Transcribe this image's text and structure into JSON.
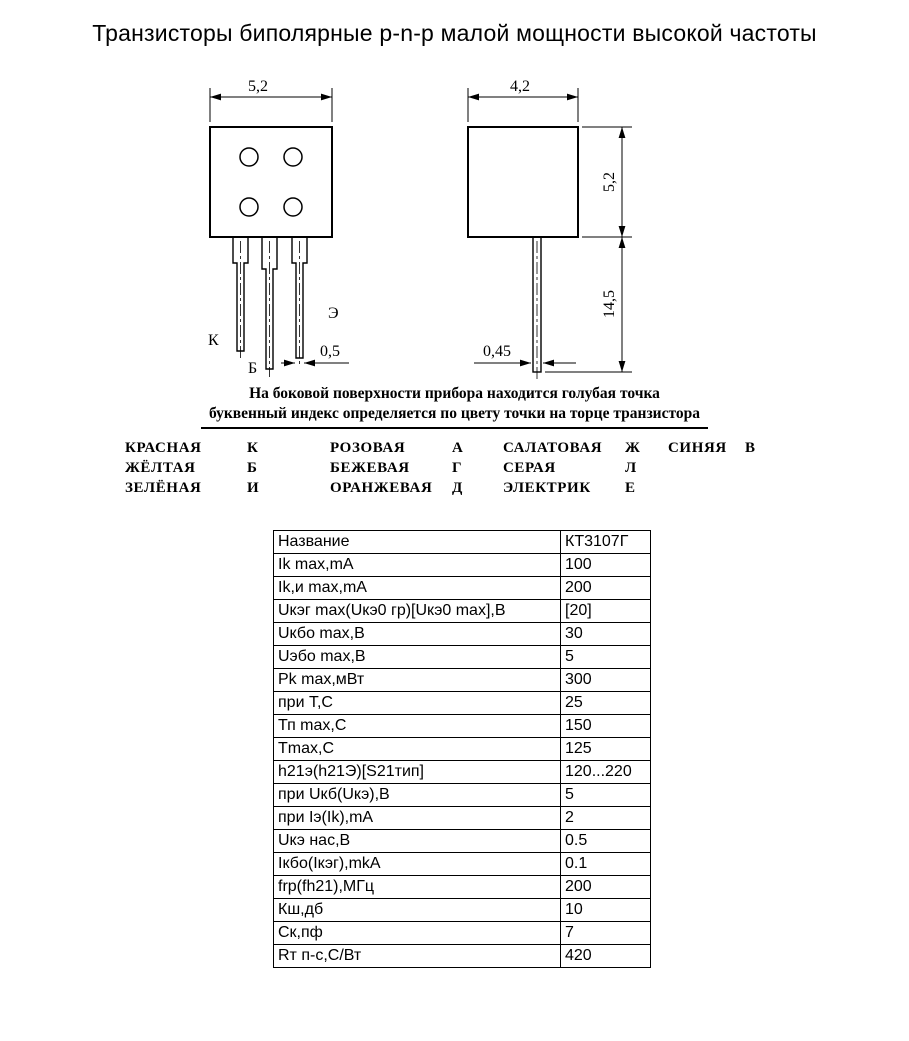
{
  "title": "Транзисторы биполярные p-n-p малой мощности высокой частоты",
  "front_view": {
    "dim_width": "5,2",
    "lead_k": "К",
    "lead_b": "Б",
    "lead_e": "Э",
    "dim_lead_width": "0,5"
  },
  "side_view": {
    "dim_width": "4,2",
    "dim_body_height": "5,2",
    "dim_lead_length": "14,5",
    "dim_lead_thickness": "0,45"
  },
  "notes": {
    "line1": "На боковой поверхности прибора находится голубая точка",
    "line2": "буквенный индекс определяется по цвету точки на торце транзистора"
  },
  "color_code": {
    "rows": [
      [
        "КРАСНАЯ",
        "К",
        "РОЗОВАЯ",
        "А",
        "САЛАТОВАЯ",
        "Ж",
        "СИНЯЯ",
        "В"
      ],
      [
        "ЖЁЛТАЯ",
        "Б",
        "БЕЖЕВАЯ",
        "Г",
        "СЕРАЯ",
        "Л",
        "",
        ""
      ],
      [
        "ЗЕЛЁНАЯ",
        "И",
        "ОРАНЖЕВАЯ",
        "Д",
        "ЭЛЕКТРИК",
        "Е",
        "",
        ""
      ]
    ]
  },
  "spec_table": {
    "rows": [
      {
        "param": "Название",
        "value": "КТ3107Г"
      },
      {
        "param": "Ik max,mA",
        "value": "100"
      },
      {
        "param": "Ik,и max,mA",
        "value": "200"
      },
      {
        "param": "Uкэг max(Uкэ0 гр)[Uкэ0 max],В",
        "value": "[20]"
      },
      {
        "param": "Uкбо max,В",
        "value": "30"
      },
      {
        "param": "Uэбо max,В",
        "value": "5"
      },
      {
        "param": "Pk max,мВт",
        "value": "300"
      },
      {
        "param": "при Т,С",
        "value": "25"
      },
      {
        "param": "Тп max,С",
        "value": "150"
      },
      {
        "param": "Тmax,С",
        "value": "125"
      },
      {
        "param": "h21э(h21Э)[S21тип]",
        "value": "120...220"
      },
      {
        "param": "при Uкб(Uкэ),В",
        "value": "5"
      },
      {
        "param": "при Iэ(Ik),mA",
        "value": "2"
      },
      {
        "param": "Uкэ нас,В",
        "value": "0.5"
      },
      {
        "param": "Iкбо(Iкэг),mkA",
        "value": "0.1"
      },
      {
        "param": "frp(fh21),МГц",
        "value": "200"
      },
      {
        "param": "Кш,дб",
        "value": "10"
      },
      {
        "param": "Ск,пф",
        "value": "7"
      },
      {
        "param": "Rт п-с,С/Вт",
        "value": "420"
      }
    ]
  }
}
